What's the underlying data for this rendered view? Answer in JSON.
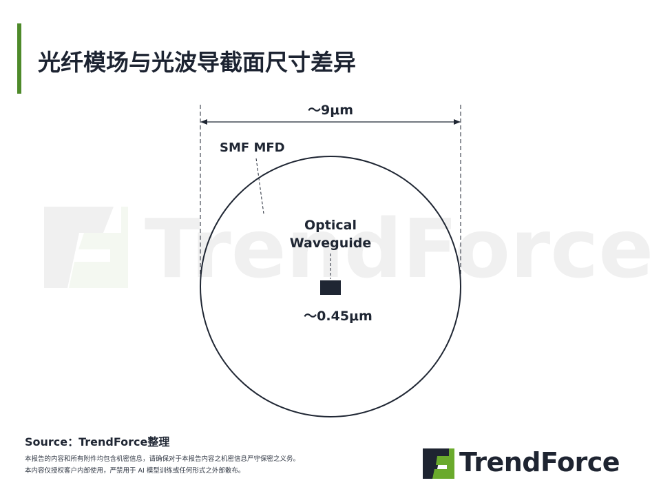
{
  "title": "光纤模场与光波导截面尺寸差异",
  "colors": {
    "accent": "#4e8a2a",
    "ink": "#1f2633",
    "logo_green": "#6aaa2c"
  },
  "watermark": {
    "text": "TrendForce"
  },
  "diagram": {
    "dimension_label": "～9μm",
    "mfd_label": "SMF MFD",
    "waveguide_label_line1": "Optical",
    "waveguide_label_line2": "Waveguide",
    "waveguide_size_label": "～0.45μm"
  },
  "footer": {
    "source": "Source：TrendForce整理",
    "note_line1": "本报告的内容和所有附件均包含机密信息，请确保对于本报告内容之机密信息严守保密之义务。",
    "note_line2": "本内容仅授权客户内部使用，严禁用于 AI 模型训练或任何形式之外部散布。"
  },
  "logo": {
    "text": "TrendForce",
    "icon": "trendforce-logo-icon"
  }
}
